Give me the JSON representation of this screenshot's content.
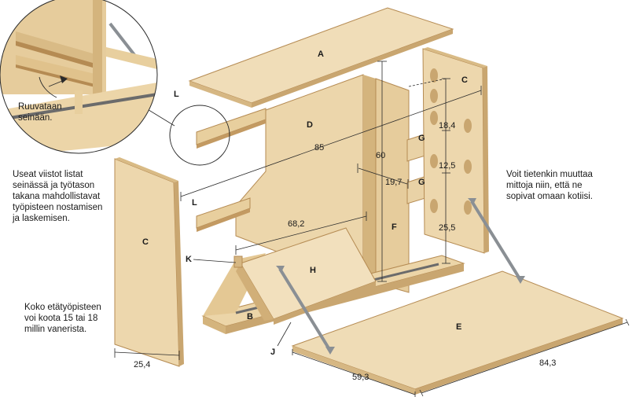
{
  "parts": {
    "A": "A",
    "B": "B",
    "C_left": "C",
    "C_right": "C",
    "D": "D",
    "E": "E",
    "F": "F",
    "G_top": "G",
    "G_bottom": "G",
    "H": "H",
    "J": "J",
    "K": "K",
    "L_top": "L",
    "L_bottom": "L"
  },
  "dimensions": {
    "width_85": "85",
    "height_60": "60",
    "depth_19_7": "19,7",
    "inner_68_2": "68,2",
    "shelf_18_4": "18,4",
    "shelf_12_5": "12,5",
    "shelf_25_5": "25,5",
    "panel_25_4": "25,4",
    "top_59_3": "59,3",
    "top_84_3": "84,3"
  },
  "notes": {
    "detail": [
      "Ruuvataan",
      "seinään."
    ],
    "left_top": [
      "Useat viistot listat",
      "seinässä ja työtason",
      "takana mahdollistavat",
      "työpisteen nostamisen",
      "ja laskemisen."
    ],
    "left_bottom": [
      "Koko etätyöpisteen",
      "voi koota 15 tai 18",
      "millin vanerista."
    ],
    "right": [
      "Voit tietenkin muuttaa",
      "mittoja niin, että ne",
      "sopivat omaan kotiisi."
    ]
  },
  "colors": {
    "wood_light": "#efdcb6",
    "wood_mid": "#e3c897",
    "wood_dark": "#c9a670",
    "edge": "#b58b53",
    "line": "#2b2b2b",
    "rod": "#8a8f94"
  }
}
